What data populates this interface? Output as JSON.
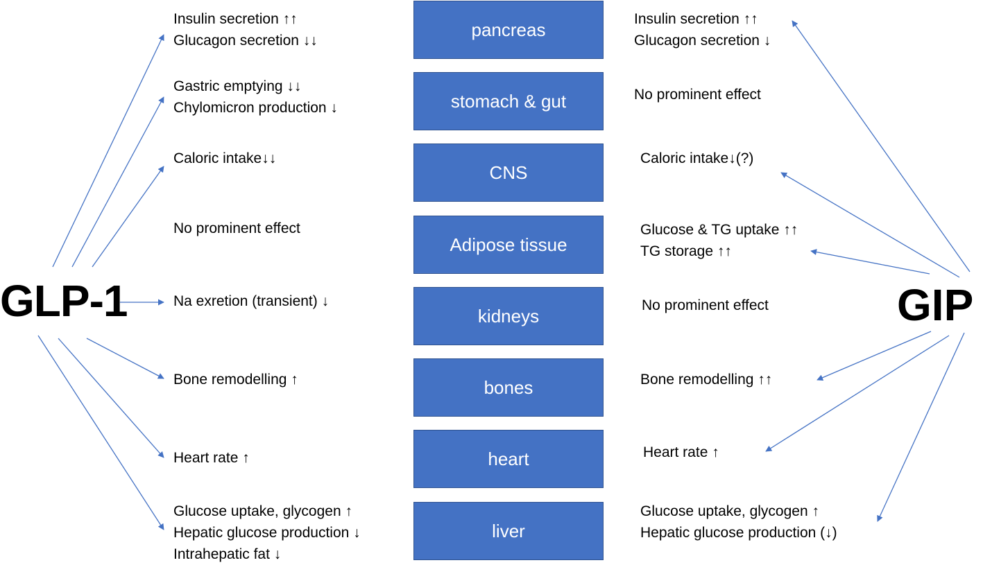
{
  "hormones": {
    "left": "GLP-1",
    "right": "GIP"
  },
  "organs": [
    "pancreas",
    "stomach & gut",
    "CNS",
    "Adipose tissue",
    "kidneys",
    "bones",
    "heart",
    "liver"
  ],
  "glp1_effects": [
    [
      "Insulin secretion ↑↑",
      "Glucagon secretion ↓↓"
    ],
    [
      "Gastric emptying ↓↓",
      "Chylomicron production ↓"
    ],
    [
      "Caloric intake↓↓"
    ],
    [
      "No prominent effect"
    ],
    [
      "Na exretion (transient) ↓"
    ],
    [
      "Bone remodelling ↑"
    ],
    [
      "Heart rate ↑"
    ],
    [
      "Glucose uptake, glycogen ↑",
      "Hepatic glucose production ↓",
      "Intrahepatic fat ↓"
    ]
  ],
  "gip_effects": [
    [
      "Insulin secretion ↑↑",
      "Glucagon secretion ↓"
    ],
    [
      "No prominent effect"
    ],
    [
      "Caloric intake↓(?)"
    ],
    [
      "Glucose & TG uptake ↑↑",
      "TG storage ↑↑"
    ],
    [
      "No prominent effect"
    ],
    [
      "Bone remodelling ↑↑"
    ],
    [
      "Heart rate ↑"
    ],
    [
      "Glucose uptake, glycogen ↑",
      "Hepatic glucose production (↓)"
    ]
  ],
  "colors": {
    "organ_fill": "#4472c4",
    "arrow": "#4472c4",
    "organ_text": "#ffffff"
  }
}
